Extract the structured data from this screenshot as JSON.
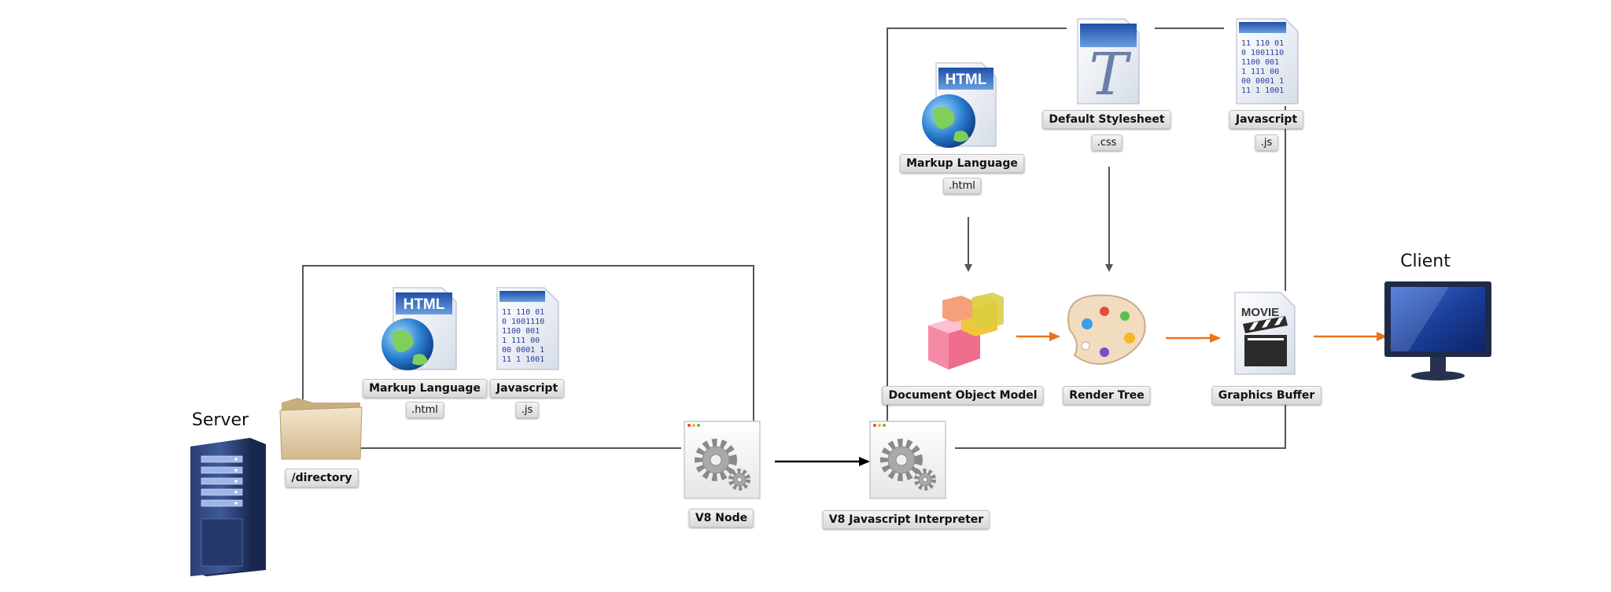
{
  "server": {
    "title": "Server"
  },
  "client": {
    "title": "Client"
  },
  "directory": {
    "label": "/directory"
  },
  "server_markup": {
    "label": "Markup Language",
    "ext": ".html",
    "badge": "HTML"
  },
  "server_js": {
    "label": "Javascript",
    "ext": ".js",
    "bits": [
      "11 110 01",
      "0 1001110",
      "1100 001",
      "1 111 00",
      "00 0001 1",
      "11 1 1001"
    ]
  },
  "v8_node": {
    "label": "V8 Node"
  },
  "v8_interpreter": {
    "label": "V8 Javascript Interpreter"
  },
  "client_markup": {
    "label": "Markup Language",
    "ext": ".html",
    "badge": "HTML"
  },
  "stylesheet": {
    "label": "Default Stylesheet",
    "ext": ".css",
    "glyph": "T"
  },
  "client_js": {
    "label": "Javascript",
    "ext": ".js",
    "bits": [
      "11 110 01",
      "0 1001110",
      "1100 001",
      "1 111 00",
      "00 0001 1",
      "11 1 1001"
    ]
  },
  "dom": {
    "label": "Document Object Model"
  },
  "render_tree": {
    "label": "Render Tree"
  },
  "graphics_buffer": {
    "label": "Graphics Buffer",
    "badge": "MOVIE"
  },
  "colors": {
    "connector": "#555555",
    "flow": "#e8731a"
  }
}
